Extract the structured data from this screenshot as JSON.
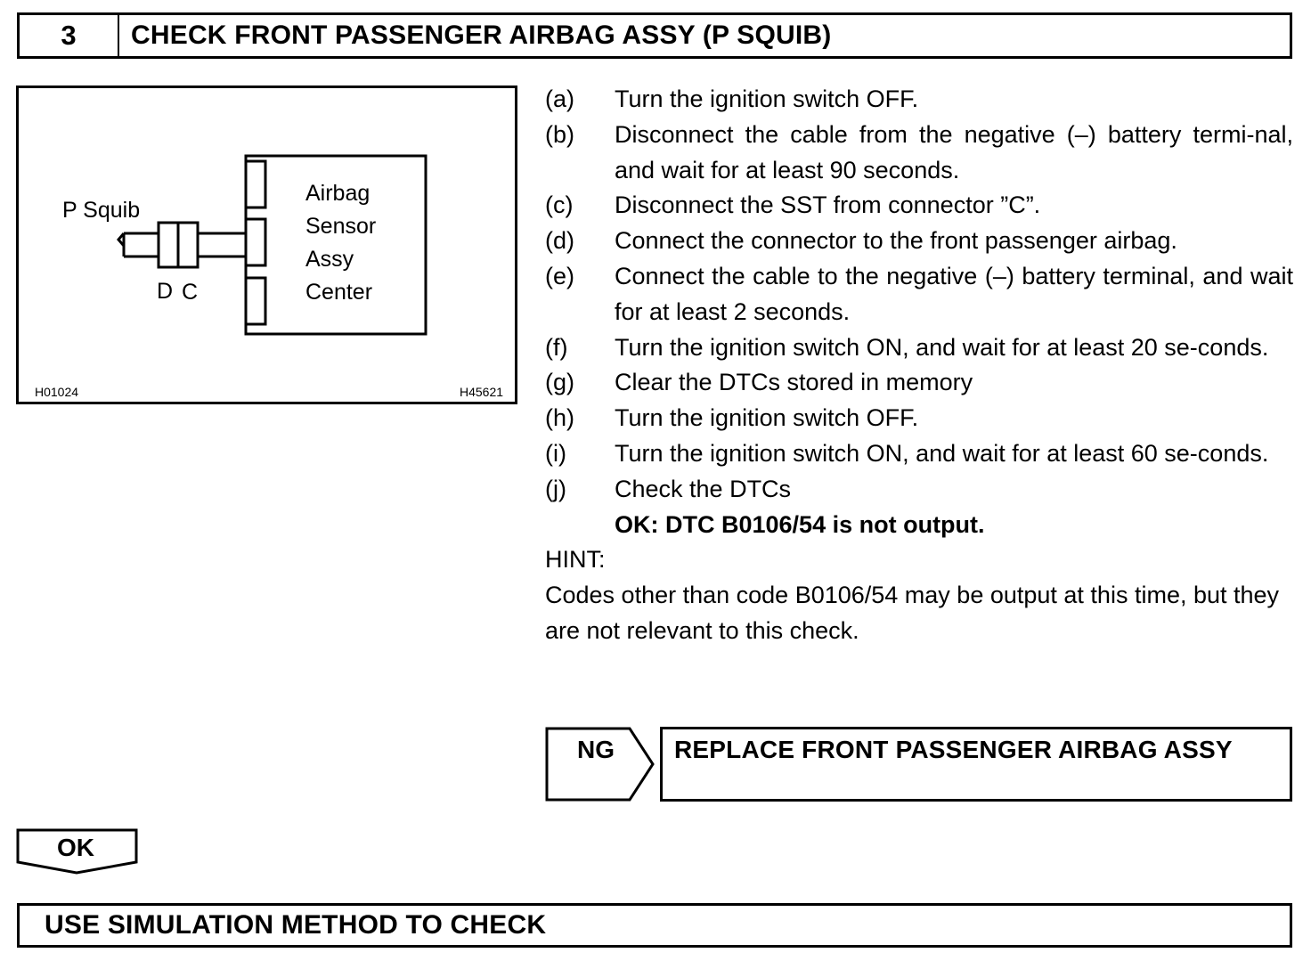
{
  "header": {
    "step_number": "3",
    "title": "CHECK FRONT PASSENGER AIRBAG ASSY (P SQUIB)"
  },
  "figure": {
    "left_label": "P Squib",
    "box_label_lines": [
      "Airbag",
      "Sensor",
      "Assy",
      "Center"
    ],
    "connector_labels": [
      "D",
      "C"
    ],
    "code_left": "H01024",
    "code_right": "H45621"
  },
  "steps": [
    {
      "label": "(a)",
      "text": "Turn the ignition switch OFF."
    },
    {
      "label": "(b)",
      "text": "Disconnect the cable from the negative (–) battery termi-nal, and wait for at least 90 seconds."
    },
    {
      "label": "(c)",
      "text": "Disconnect the SST from connector ”C”."
    },
    {
      "label": "(d)",
      "text": "Connect the connector to the front passenger airbag."
    },
    {
      "label": "(e)",
      "text": "Connect the cable to the negative (–) battery terminal, and wait for at least 2 seconds."
    },
    {
      "label": "(f)",
      "text": "Turn the ignition switch ON, and wait for at least 20 se-conds."
    },
    {
      "label": "(g)",
      "text": "Clear the DTCs stored in memory"
    },
    {
      "label": "(h)",
      "text": "Turn the ignition switch OFF."
    },
    {
      "label": "(i)",
      "text": "Turn the ignition switch ON, and wait for at least 60 se-conds."
    },
    {
      "label": "(j)",
      "text": "Check the DTCs"
    }
  ],
  "ok_criteria": "OK: DTC B0106/54 is not output.",
  "hint": {
    "label": "HINT:",
    "text": "Codes other than code B0106/54 may be output at this time, but they are not relevant to this check."
  },
  "ng_branch": {
    "label": "NG",
    "action": "REPLACE FRONT PASSENGER AIRBAG ASSY"
  },
  "ok_branch": {
    "label": "OK",
    "action": "USE SIMULATION METHOD TO CHECK"
  }
}
